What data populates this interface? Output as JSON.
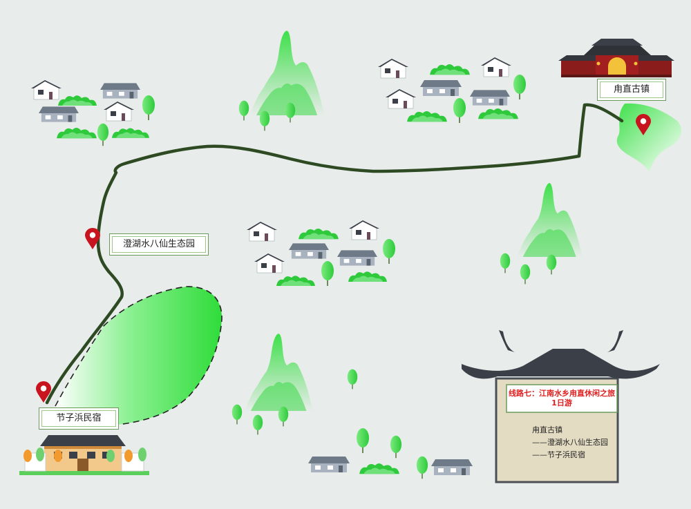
{
  "places": {
    "zhenzhi": "甪直古镇",
    "park": "澄湖水八仙生态园",
    "inn": "节子浜民宿"
  },
  "legend": {
    "title_line1": "线路七：江南水乡甪直休闲之旅",
    "title_line2": "1日游",
    "stops": [
      "甪直古镇",
      "——澄湖水八仙生态园",
      "——节子浜民宿"
    ]
  },
  "colors": {
    "background": "#e8ecea",
    "route": "#2d4a22",
    "pin": "#c8141e",
    "green": "#3ee04a",
    "roof": "#3a3f48",
    "board": "#e4dcc2",
    "title_red": "#e02020"
  },
  "icons": [
    "map-pin-icon",
    "house-icon",
    "tree-icon",
    "mountain-icon",
    "pavilion-roof-icon",
    "town-gate-icon"
  ]
}
